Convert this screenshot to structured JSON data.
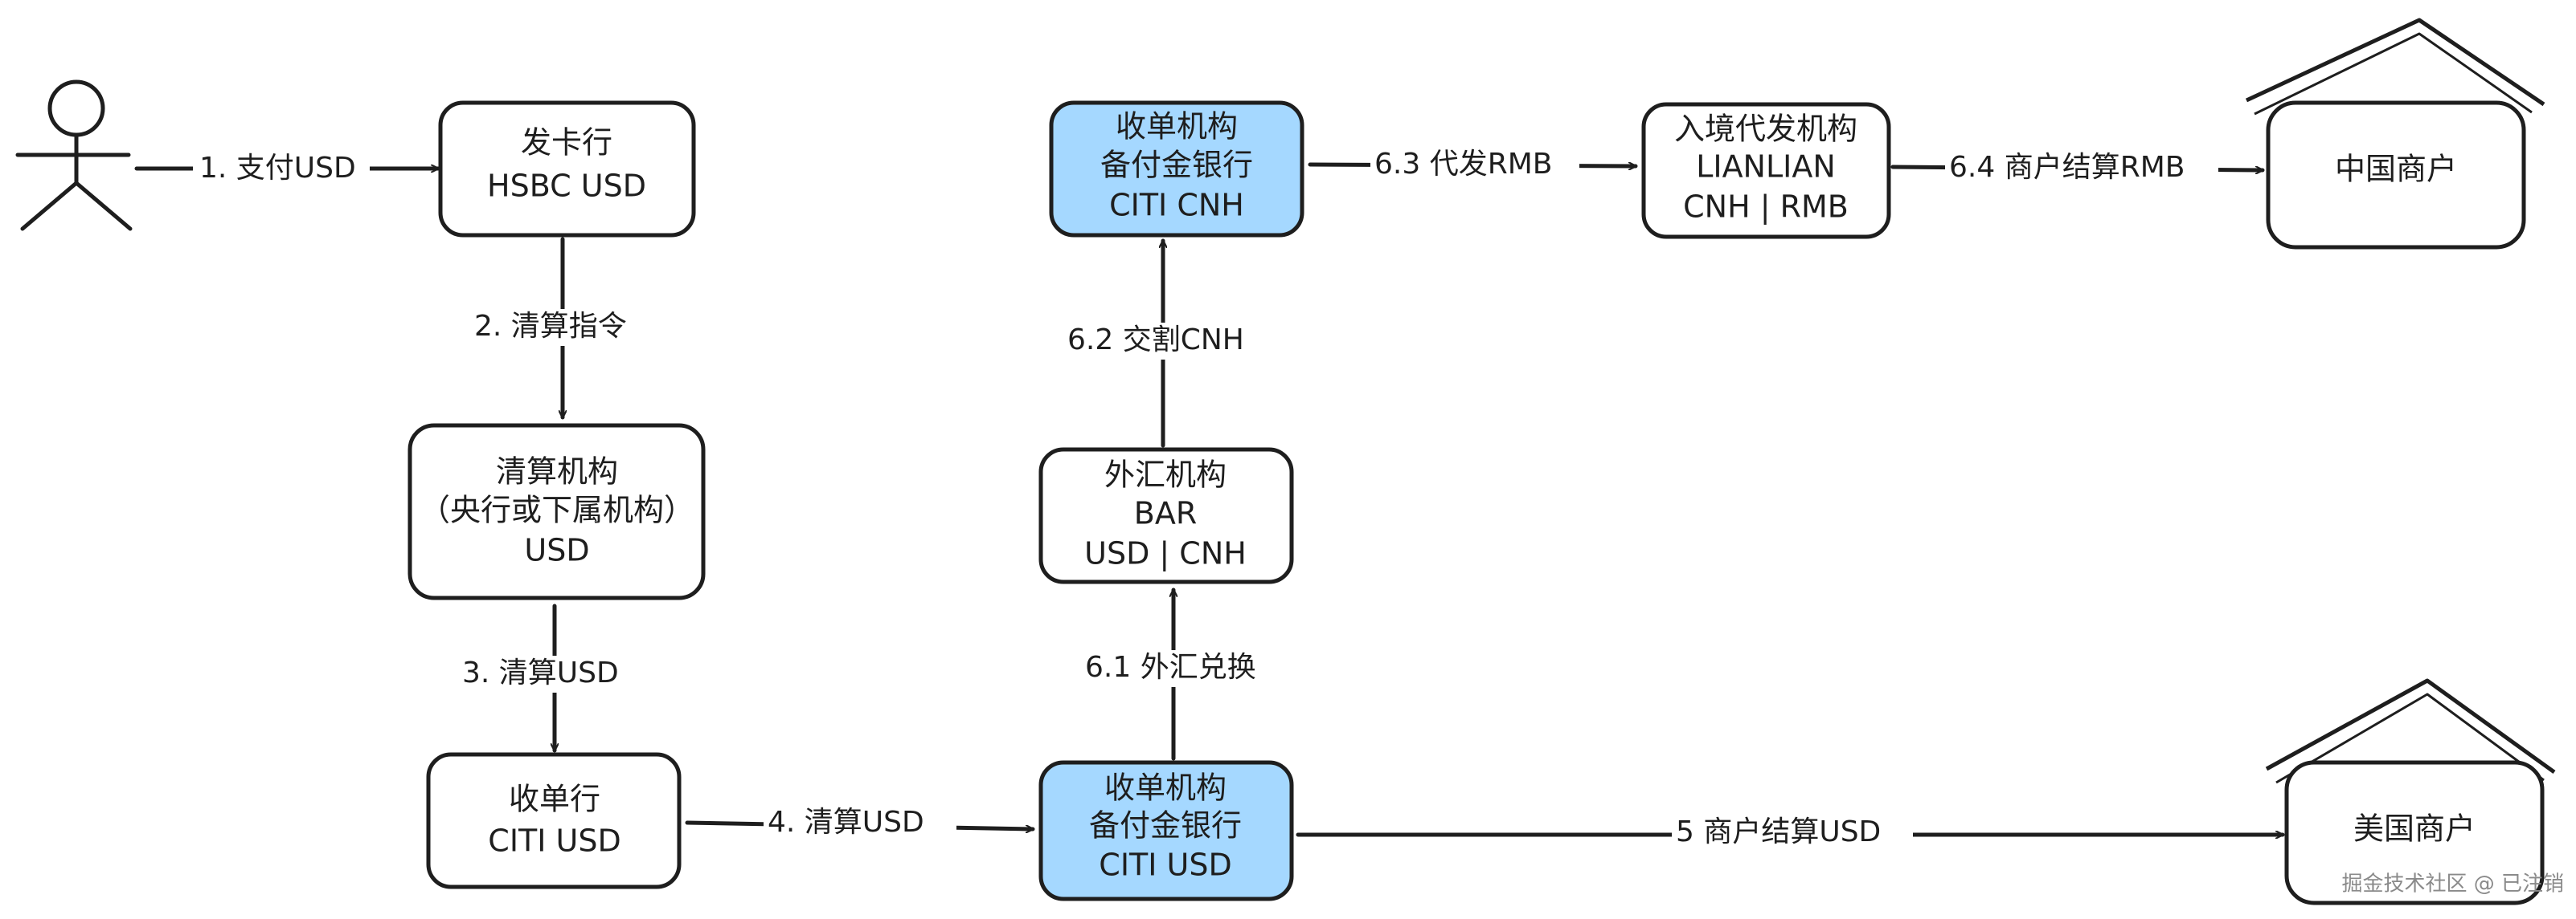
{
  "nodes": {
    "issuer": {
      "line1": "发卡行",
      "line2": "HSBC USD"
    },
    "clearing": {
      "line1": "清算机构",
      "line2": "（央行或下属机构）",
      "line3": "USD"
    },
    "acquirer": {
      "line1": "收单行",
      "line2": "CITI USD"
    },
    "acq_usd": {
      "line1": "收单机构",
      "line2": "备付金银行",
      "line3": "CITI USD"
    },
    "fx": {
      "line1": "外汇机构",
      "line2": "BAR",
      "line3": "USD | CNH"
    },
    "acq_cnh": {
      "line1": "收单机构",
      "line2": "备付金银行",
      "line3": "CITI CNH"
    },
    "inbound": {
      "line1": "入境代发机构",
      "line2": "LIANLIAN",
      "line3": "CNH | RMB"
    },
    "cn_merchant": {
      "label": "中国商户"
    },
    "us_merchant": {
      "label": "美国商户"
    }
  },
  "edges": {
    "e1": "1. 支付USD",
    "e2": "2. 清算指令",
    "e3": "3. 清算USD",
    "e4": "4. 清算USD",
    "e5": "5 商户结算USD",
    "e61": "6.1 外汇兑换",
    "e62": "6.2 交割CNH",
    "e63": "6.3 代发RMB",
    "e64": "6.4 商户结算RMB"
  },
  "colors": {
    "highlight": "#a5d8ff",
    "stroke": "#1e1e1e"
  },
  "watermark": "掘金技术社区 @ 已注销"
}
